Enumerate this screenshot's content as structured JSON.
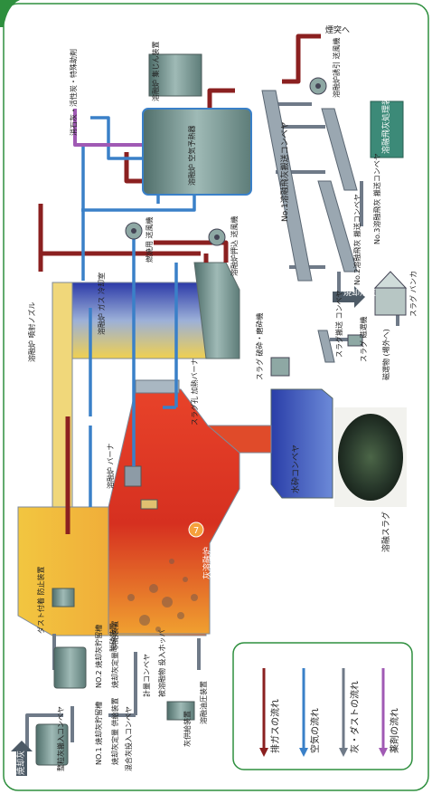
{
  "colors": {
    "exhaust": "#8b2020",
    "air": "#3a80c8",
    "ash_dust": "#6f7a88",
    "chemical": "#a05ab4",
    "border": "#2e8f3e",
    "equipment": "#6d8a86",
    "furnace_hot": "#d43b20"
  },
  "labels": {
    "incinerator_ash_in": "焼却灰",
    "no1_storage": "NO.1 焼却灰貯留槽",
    "no1_feeder": "焼却灰定量 供給装置",
    "no2_storage": "NO.2 焼却灰貯留槽",
    "no2_feeder": "焼却灰定量 供給装置",
    "dust_prevention": "ダスト付着 防止装置",
    "grain_conveyor": "整粒灰搬入コンベヤ",
    "mixed_conveyor": "混合灰投入コンベヤ",
    "measuring_conveyor": "計量コンベヤ",
    "melt_input_hopper": "被溶融物 投入ホッパ",
    "ash_feeder": "灰供給装置",
    "hydraulic_unit": "溶融油圧装置",
    "deslagging": "脱硝装置",
    "furnace": "灰溶融炉",
    "furnace_no": "7",
    "furnace_burner": "溶融炉 バーナ",
    "slag_burner": "スラグ孔 加熱バーナ",
    "water_crush_conveyor": "水砕コンベヤ",
    "slag_photo_caption": "溶融スラグ",
    "spray_nozzle": "溶融炉 噴射ノズル",
    "gas_cooling": "溶融炉 ガス 冷却室",
    "air_preheater": "溶融炉 空気予熱器",
    "combustion_fan": "燃焼用 送風機",
    "push_fan": "溶融炉押込 送風機",
    "dust_collector": "溶融炉 集じん装置",
    "induced_fan": "溶融炉誘引 送風機",
    "to_stack": "煙突へ",
    "reagent": "消石灰・活性炭・特殊助剤",
    "no1_fly_conveyor": "No.1溶融飛灰搬送コンベヤ",
    "no2_fly_conveyor": "No.2溶融飛灰 搬送コンベヤ",
    "no3_fly_conveyor": "No.3溶融飛灰 搬送コンベヤ",
    "fly_treatment": "溶融飛灰処理装置",
    "incin_fly_ash": "焼却飛灰",
    "slag_crusher": "スラグ 破砕・磨砕機",
    "slag_conveyor": "スラグ搬送 コンベヤ",
    "slag_magnet": "スラグ 磁選機",
    "magnetic_material": "磁選物 (場外へ)",
    "slag_bunker": "スラグ バンカ"
  },
  "legend": [
    {
      "label": "排ガスの流れ",
      "color": "#8b2020"
    },
    {
      "label": "空気の流れ",
      "color": "#3a80c8"
    },
    {
      "label": "灰・ダストの流れ",
      "color": "#6f7a88"
    },
    {
      "label": "薬剤の流れ",
      "color": "#a05ab4"
    }
  ]
}
